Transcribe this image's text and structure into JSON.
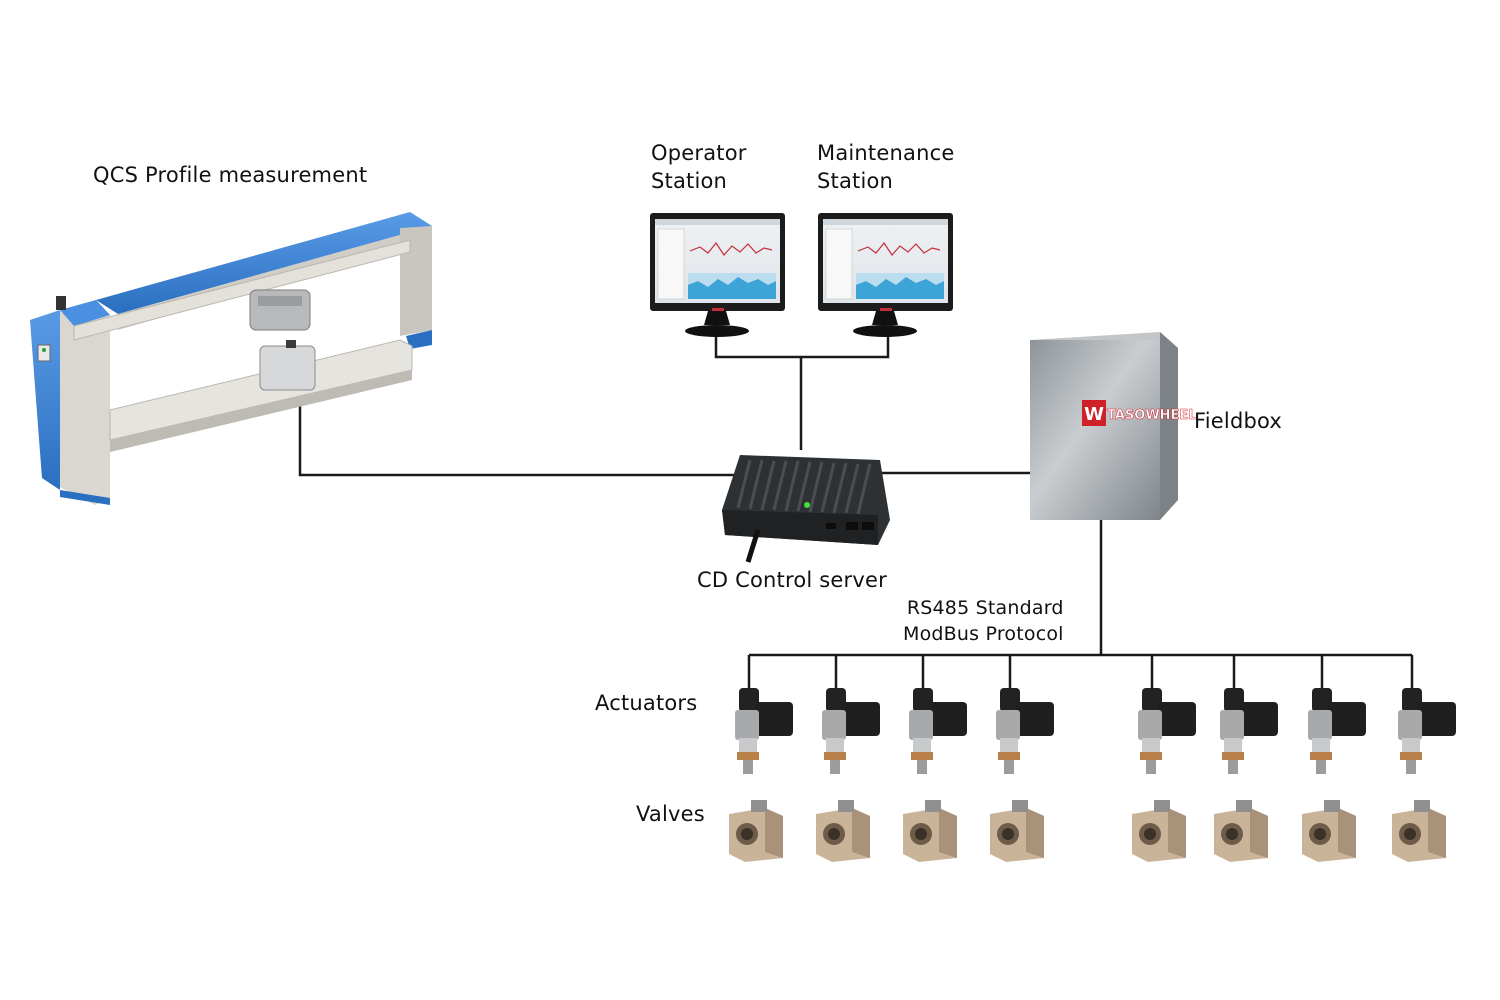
{
  "labels": {
    "qcs": "QCS Profile measurement",
    "operator": [
      "Operator",
      "Station"
    ],
    "maintenance": [
      "Maintenance",
      "Station"
    ],
    "fieldbox": "Fieldbox",
    "server": "CD Control server",
    "bus": [
      "RS485 Standard",
      "ModBus Protocol"
    ],
    "actuators": "Actuators",
    "valves": "Valves"
  },
  "logo_text": "TASOWHEEL",
  "colors": {
    "frame_blue": "#3b82d6",
    "frame_grey": "#d8d6cf",
    "line": "#1a1a1a",
    "fieldbox": "#a9aeb2",
    "server": "#2e3134",
    "monitor": "#1c1c1c",
    "valve": "#c9b49a",
    "logo_red": "#d0202a"
  },
  "actuator_count": 8,
  "valve_count": 8
}
